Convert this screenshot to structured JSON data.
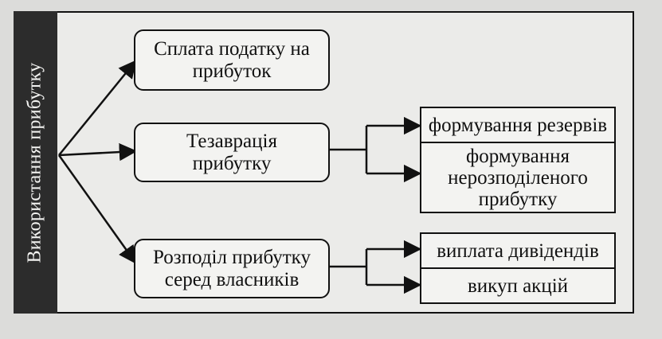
{
  "diagram": {
    "side_label": "Використання прибутку",
    "main_boxes": [
      {
        "label": "Сплата податку на прибуток"
      },
      {
        "label": "Тезаврація прибутку"
      },
      {
        "label": "Розподіл прибутку серед власників"
      }
    ],
    "sub_boxes": [
      {
        "label": "формування резервів"
      },
      {
        "label": "формування нерозподіленого прибутку"
      },
      {
        "label": "виплата дивідендів"
      },
      {
        "label": "викуп акцій"
      }
    ]
  },
  "colors": {
    "side_bar": "#2c2c2c",
    "ink": "#111111",
    "paper": "#dcdcda"
  }
}
